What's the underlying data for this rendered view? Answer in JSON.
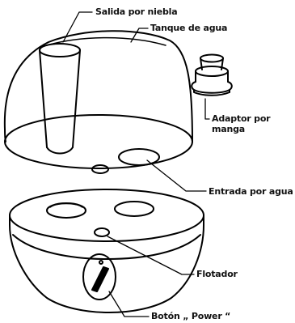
{
  "diagram": {
    "labels": {
      "mist_outlet": "Salida por niebla",
      "water_tank": "Tanque de agua",
      "hose_adapter": "Adaptor por\nmanga",
      "water_inlet": "Entrada por agua",
      "float": "Flotador",
      "power_button": "Botón „ Power “"
    }
  }
}
